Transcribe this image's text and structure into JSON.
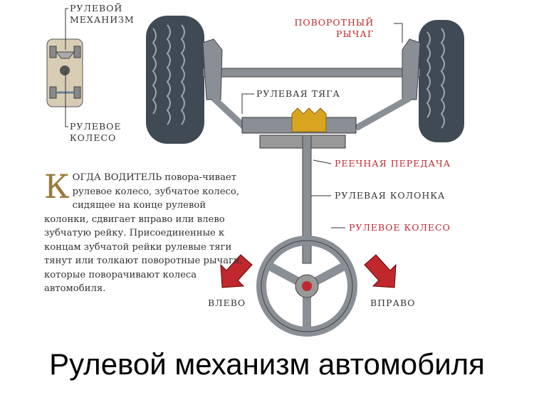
{
  "labels": {
    "steering_mechanism_1": "РУЛЕВОЙ",
    "steering_mechanism_2": "МЕХАНИЗМ",
    "steering_wheel_small_1": "РУЛЕВОЕ",
    "steering_wheel_small_2": "КОЛЕСО",
    "pivot_arm_1": "ПОВОРОТНЫЙ",
    "pivot_arm_2": "РЫЧАГ",
    "tie_rod": "РУЛЕВАЯ ТЯГА",
    "rack_pinion": "РЕЕЧНАЯ ПЕРЕДАЧА",
    "steering_column": "РУЛЕВАЯ КОЛОНКА",
    "steering_wheel": "РУЛЕВОЕ КОЛЕСО",
    "left": "ВЛЕВО",
    "right": "ВПРАВО"
  },
  "paragraph": {
    "drop_cap": "К",
    "text": "ОГДА ВОДИТЕЛЬ повора-чивает рулевое колесо, зубчатое колесо, сидящее на конце рулевой колонки, сдвигает вправо или влево зубчатую рейку. Присоединенные к концам зубчатой рейки рулевые тяги тянут или толкают поворотные рычаги, которые поворачивают колеса автомобиля."
  },
  "caption": "Рулевой механизм автомобиля",
  "colors": {
    "accent": "#c0282d",
    "metal": "#8a8f96",
    "tire": "#3f4a55",
    "gear": "#d9a520"
  }
}
